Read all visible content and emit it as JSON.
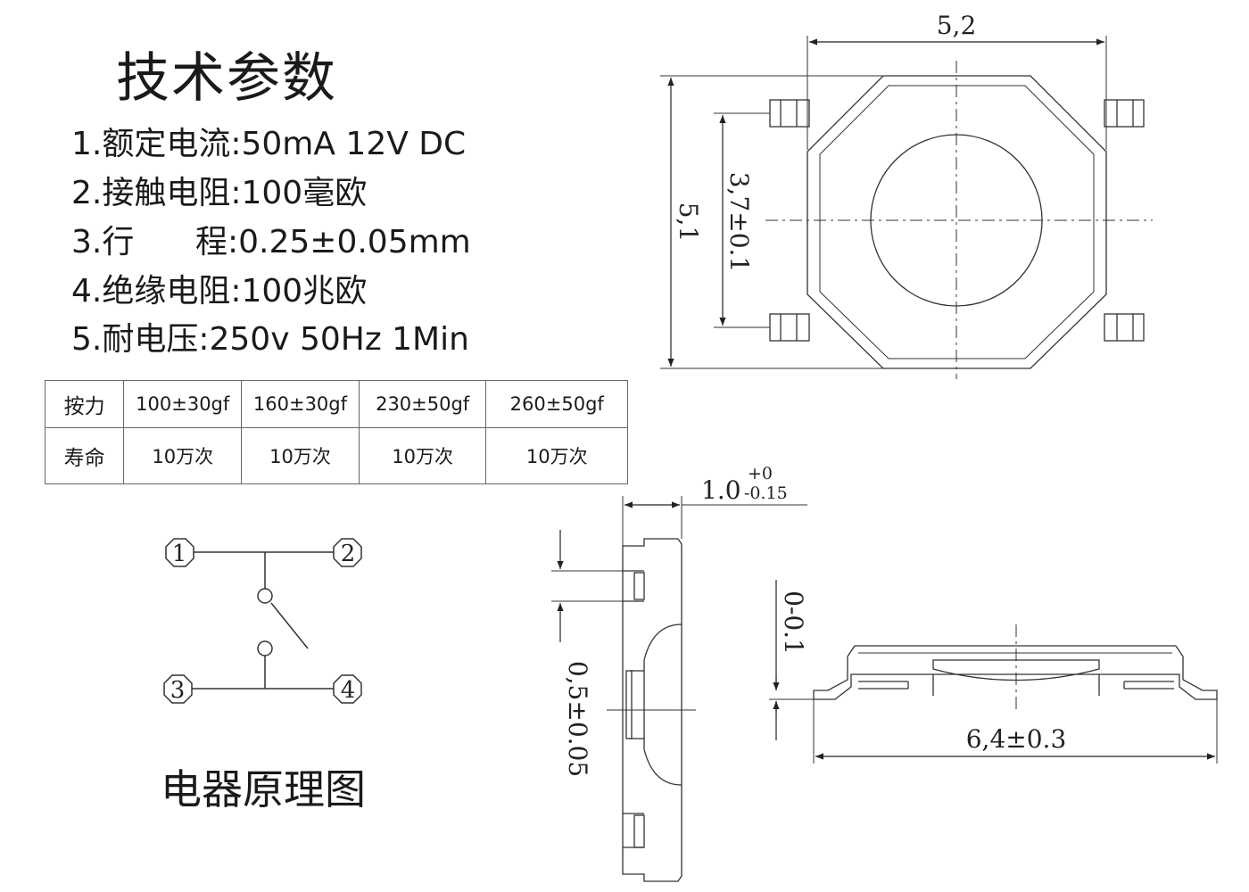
{
  "title": "技术参数",
  "params": [
    "1.额定电流:50mA 12V DC",
    "2.接触电阻:100毫欧",
    "3.行      程:0.25±0.05mm",
    "4.绝缘电阻:100兆欧",
    "5.耐电压:250v 50Hz 1Min"
  ],
  "table": {
    "row1": [
      "按力",
      "100±30gf",
      "160±30gf",
      "230±50gf",
      "260±50gf"
    ],
    "row2": [
      "寿命",
      "10万次",
      "10万次",
      "10万次",
      "10万次"
    ]
  },
  "schematic": {
    "label": "电器原理图",
    "pins": [
      "1",
      "2",
      "3",
      "4"
    ]
  },
  "dimensions": {
    "top_width": "5,2",
    "top_height": "5,1",
    "pad_span": "3,7±0.1",
    "side_thickness_main": "1.0",
    "side_thickness_upper": "+0",
    "side_thickness_lower": "-0.15",
    "stroke": "0,5±0.05",
    "lead_offset": "0-0.1",
    "total_length": "6,4±0.3"
  }
}
